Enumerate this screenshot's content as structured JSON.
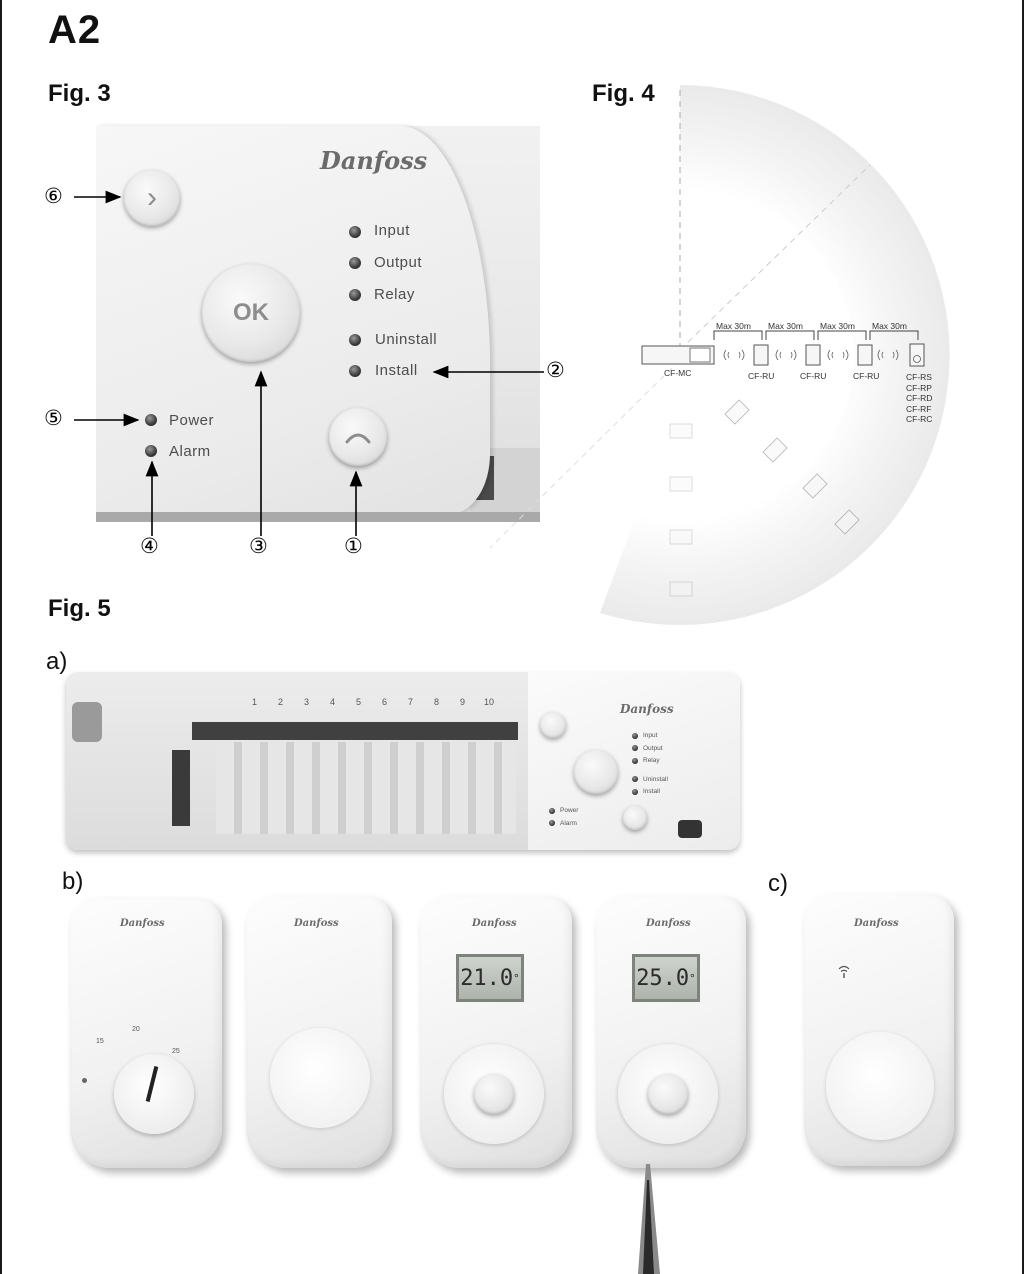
{
  "page_title": "A2",
  "fig3": {
    "title": "Fig. 3",
    "brand": "Danfoss",
    "ok_label": "OK",
    "leds": [
      "Input",
      "Output",
      "Relay",
      "Uninstall",
      "Install"
    ],
    "status_leds": [
      "Power",
      "Alarm"
    ],
    "callouts": [
      "①",
      "②",
      "③",
      "④",
      "⑤",
      "⑥"
    ]
  },
  "fig4": {
    "title": "Fig. 4",
    "max_labels": [
      "Max 30m",
      "Max 30m",
      "Max 30m",
      "Max 30m"
    ],
    "master": "CF-MC",
    "repeaters": [
      "CF-RU",
      "CF-RU",
      "CF-RU"
    ],
    "devices": [
      "CF-RS",
      "CF-RP",
      "CF-RD",
      "CF-RF",
      "CF-RC"
    ]
  },
  "fig5": {
    "title": "Fig. 5",
    "sub_a": "a)",
    "sub_b": "b)",
    "sub_c": "c)",
    "controller": {
      "brand": "Danfoss",
      "channels": [
        "1",
        "2",
        "3",
        "4",
        "5",
        "6",
        "7",
        "8",
        "9",
        "10"
      ],
      "leds": [
        "Input",
        "Output",
        "Relay",
        "Uninstall",
        "Install"
      ],
      "status_leds": [
        "Power",
        "Alarm"
      ]
    },
    "thermostats": {
      "brand": "Danfoss",
      "dial_scale": [
        "15",
        "20",
        "25"
      ],
      "display_1": "21.0",
      "display_2": "25.0",
      "display_unit": "°"
    },
    "repeater_brand": "Danfoss"
  }
}
